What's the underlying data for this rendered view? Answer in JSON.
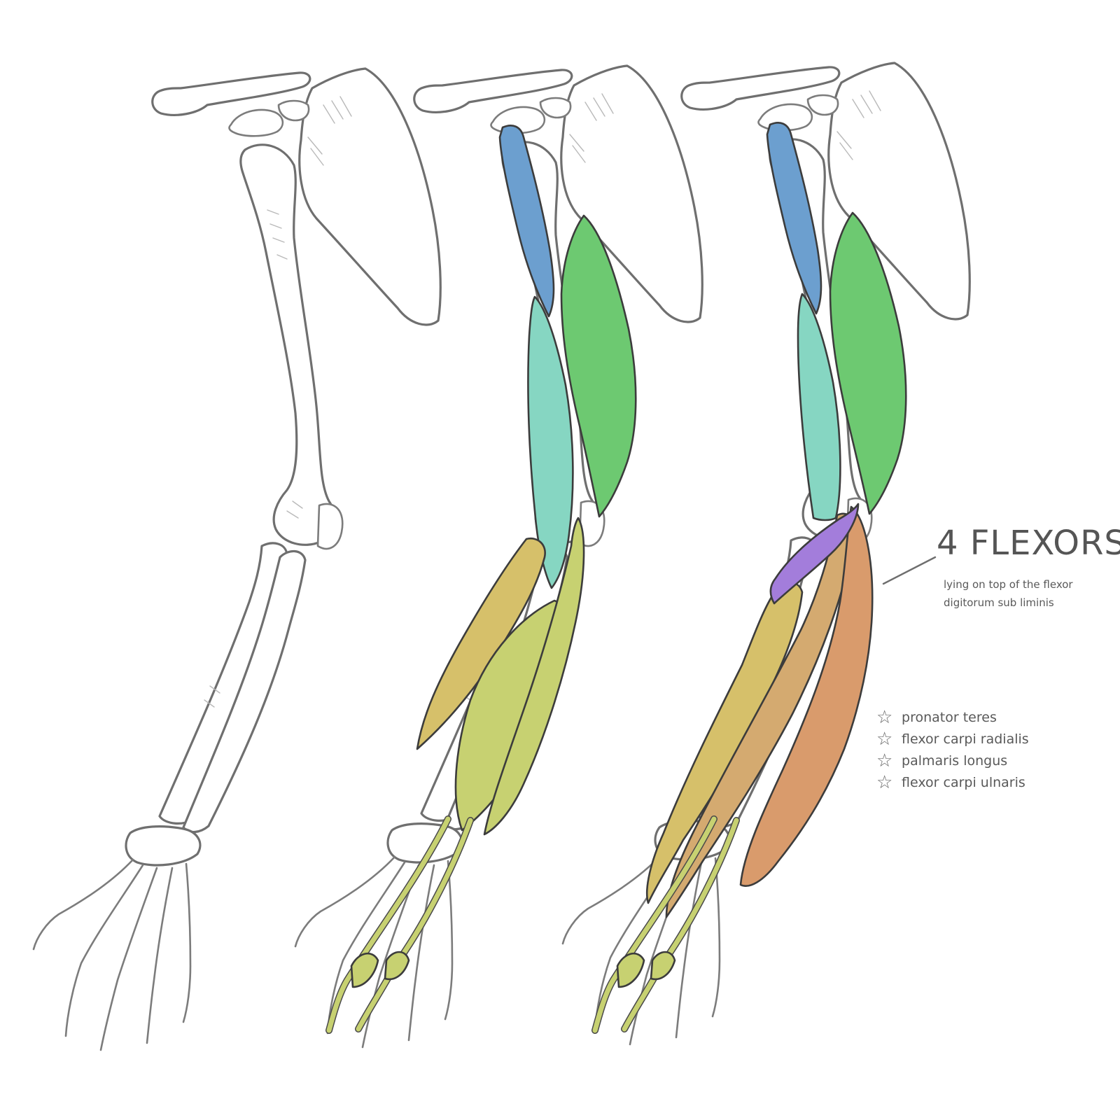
{
  "annotation": {
    "title": "4 FLEXORS",
    "note": "lying on top of the flexor digitorum sub liminis"
  },
  "legend": [
    {
      "icon": "star-icon",
      "label": "pronator teres"
    },
    {
      "icon": "star-icon",
      "label": "flexor carpi radialis"
    },
    {
      "icon": "star-icon",
      "label": "palmaris longus"
    },
    {
      "icon": "star-icon",
      "label": "flexor carpi ulnaris"
    }
  ],
  "colors": {
    "blue_muscle": "#6c9fcf",
    "green_muscle": "#6dc971",
    "teal_muscle": "#86d6c2",
    "olive_muscle": "#c7d171",
    "ochre_muscle": "#d6c06a",
    "tan_muscle": "#d4aa70",
    "orange_muscle": "#d99b6c",
    "purple_muscle": "#a37ddb",
    "bone_outline": "#6f6f6f"
  }
}
